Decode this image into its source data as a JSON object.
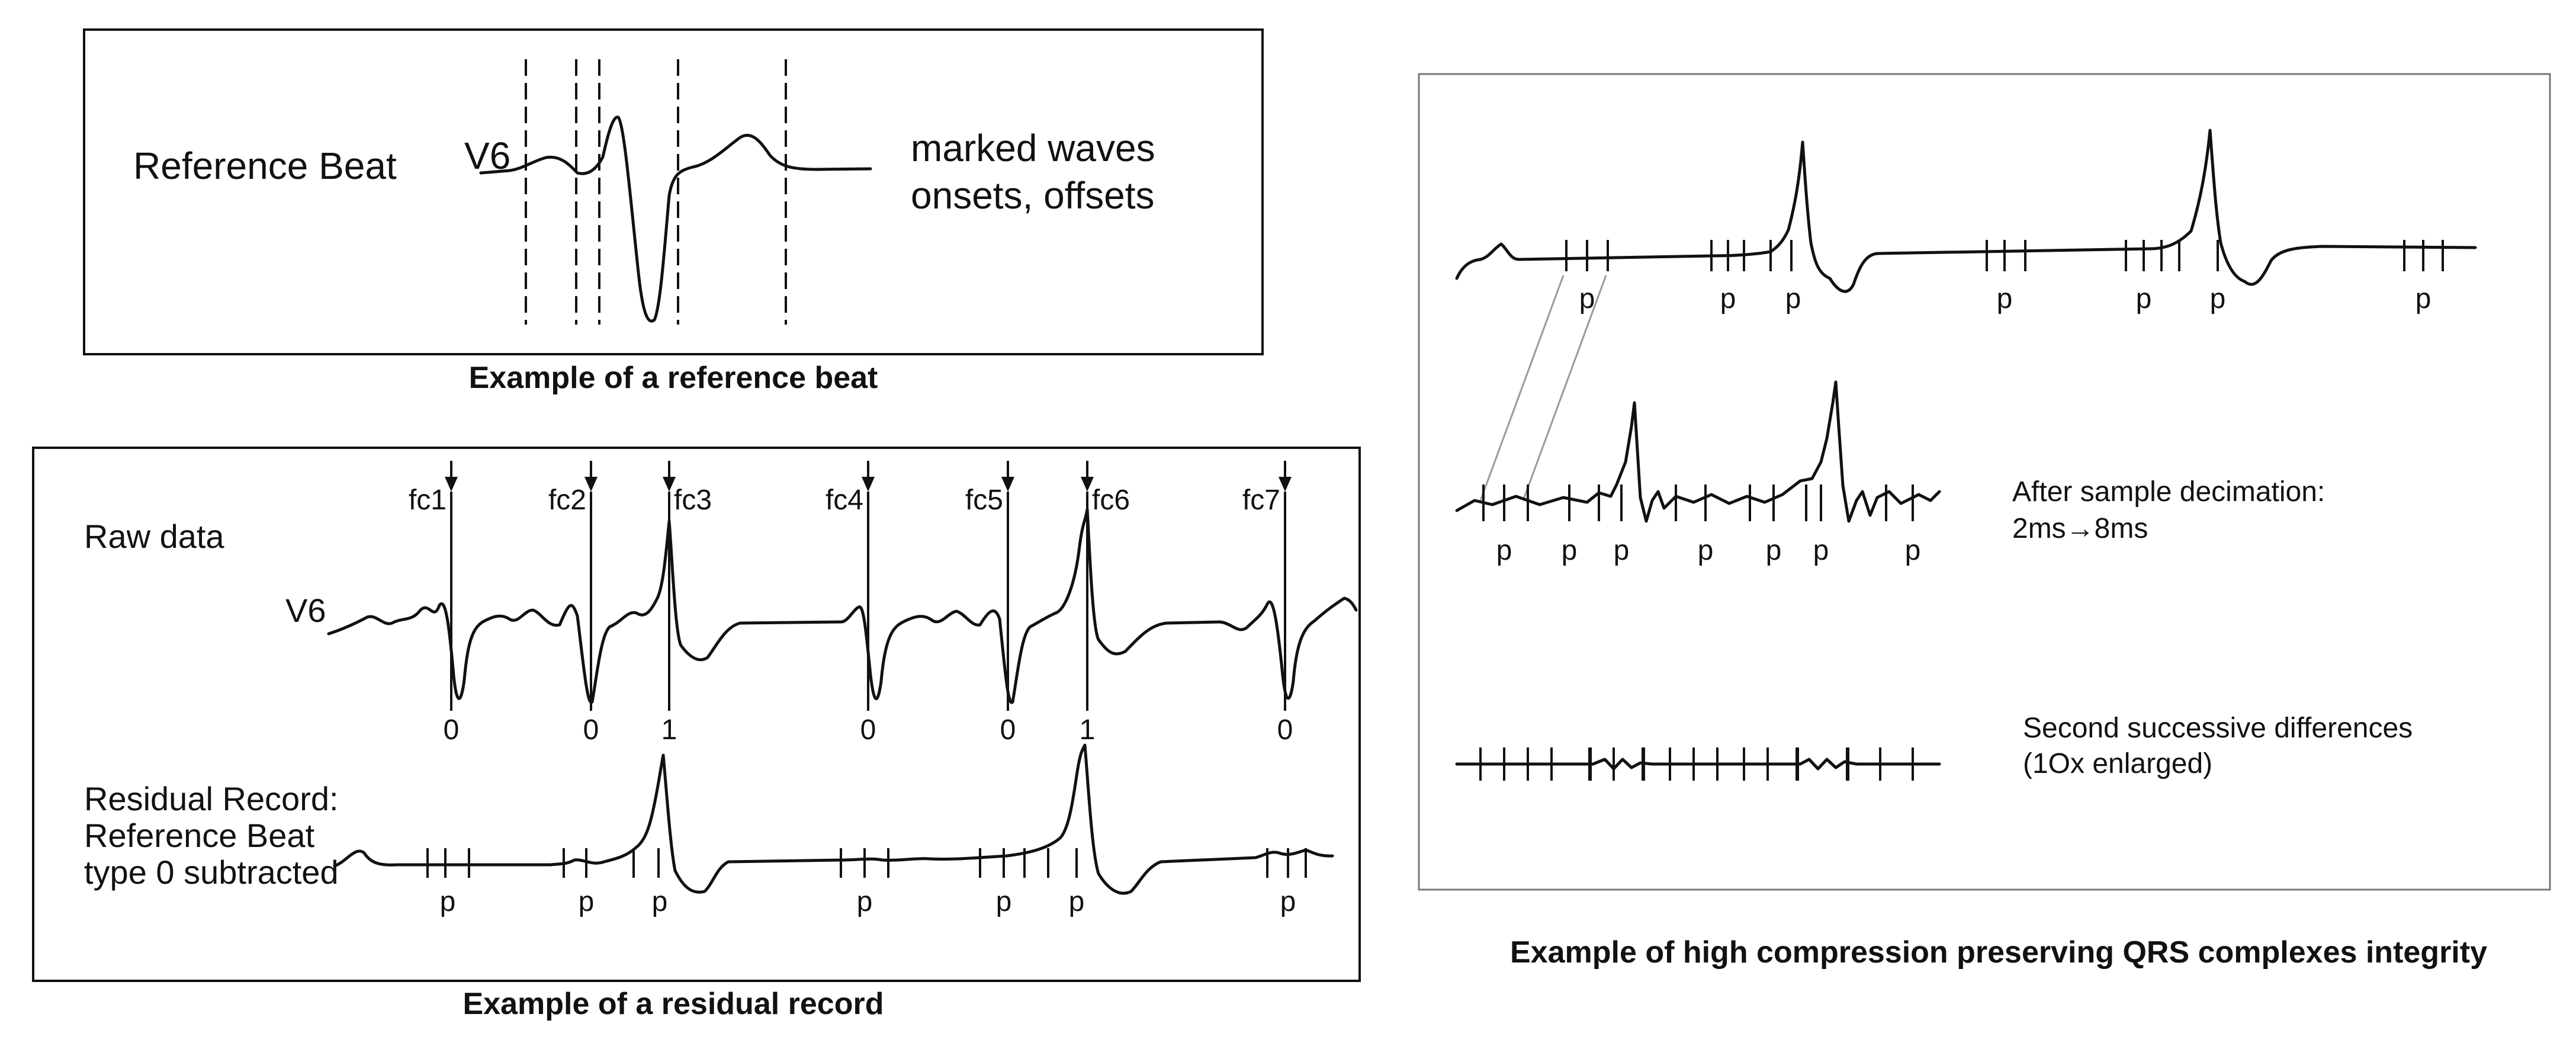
{
  "panel_reference": {
    "label": "Reference Beat",
    "lead": "V6",
    "note_line1": "marked waves",
    "note_line2": "onsets, offsets",
    "caption": "Example of a reference beat"
  },
  "panel_residual": {
    "raw_label": "Raw data",
    "lead": "V6",
    "fiducials": [
      "fc1",
      "fc2",
      "fc3",
      "fc4",
      "fc5",
      "fc6",
      "fc7"
    ],
    "beat_types": [
      "0",
      "0",
      "1",
      "0",
      "0",
      "1",
      "0"
    ],
    "residual_line1": "Residual Record:",
    "residual_line2": "Reference Beat",
    "residual_line3": "type 0 subtracted",
    "p_label": "p",
    "caption": "Example of a residual record"
  },
  "panel_compression": {
    "decimation_line1": "After sample decimation:",
    "decimation_line2": "2ms→8ms",
    "differences_line1": "Second successive differences",
    "differences_line2": "(1Ox enlarged)",
    "p_label": "p",
    "caption": "Example of high compression preserving QRS complexes integrity"
  }
}
